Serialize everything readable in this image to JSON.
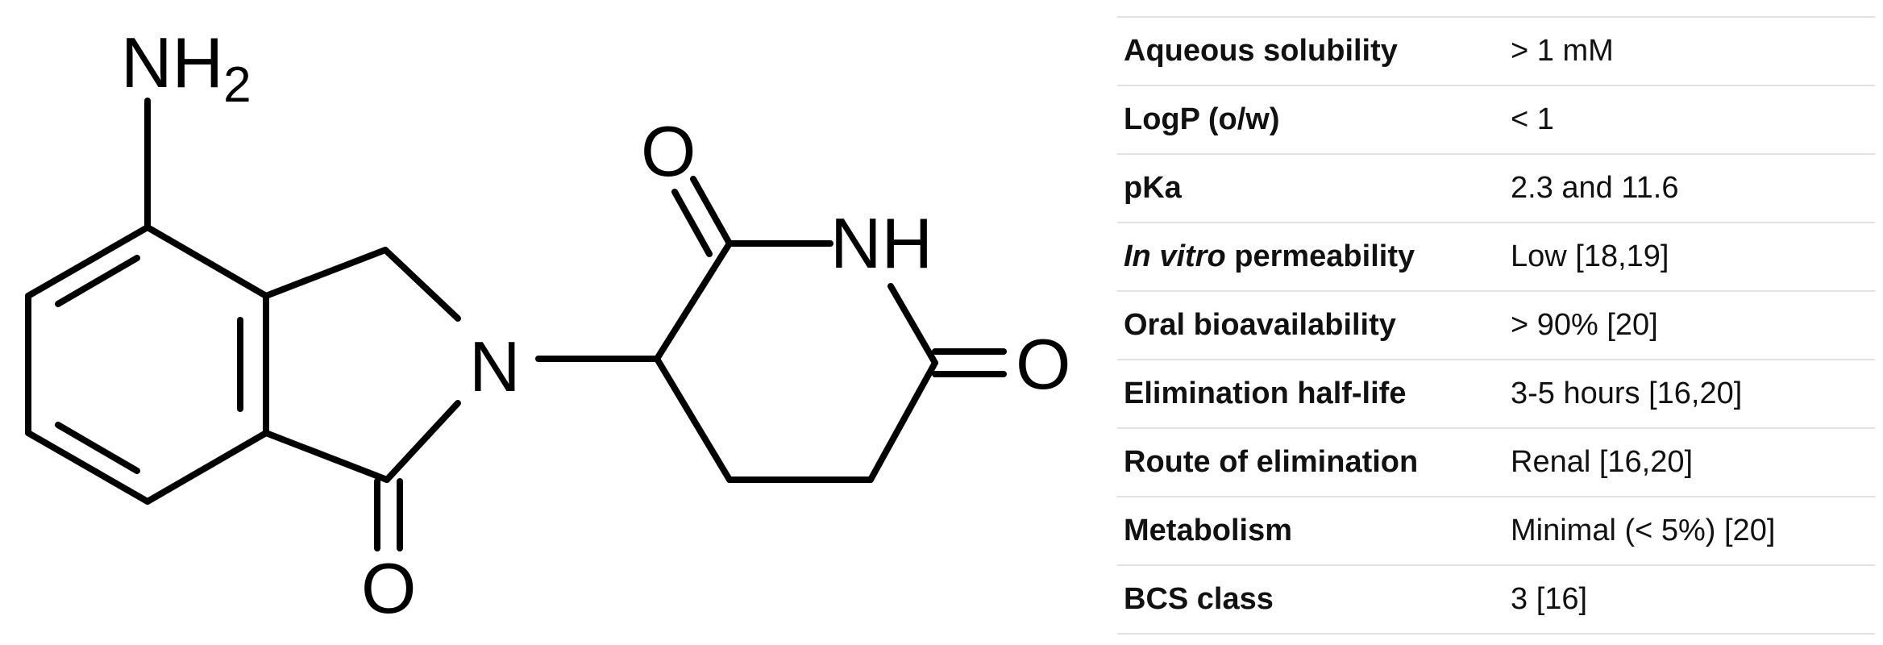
{
  "structure": {
    "atoms": {
      "amine": "NH",
      "amine_subscript": "2",
      "ring_nitrogen": "N",
      "imide_nh": "NH",
      "oxo_top": "O",
      "oxo_right": "O",
      "oxo_bottom": "O"
    }
  },
  "properties": [
    {
      "label": "Aqueous solubility",
      "value": "> 1 mM"
    },
    {
      "label": "LogP (o/w)",
      "value": "< 1"
    },
    {
      "label": "pKa",
      "value": "2.3 and 11.6"
    },
    {
      "label_italic": "In vitro",
      "label": " permeability",
      "value": "Low [18,19]"
    },
    {
      "label": "Oral bioavailability",
      "value": "> 90% [20]"
    },
    {
      "label": "Elimination half-life",
      "value": "3-5 hours [16,20]"
    },
    {
      "label": "Route of elimination",
      "value": "Renal [16,20]"
    },
    {
      "label": "Metabolism",
      "value": "Minimal (< 5%) [20]"
    },
    {
      "label": "BCS class",
      "value": "3 [16]"
    }
  ]
}
